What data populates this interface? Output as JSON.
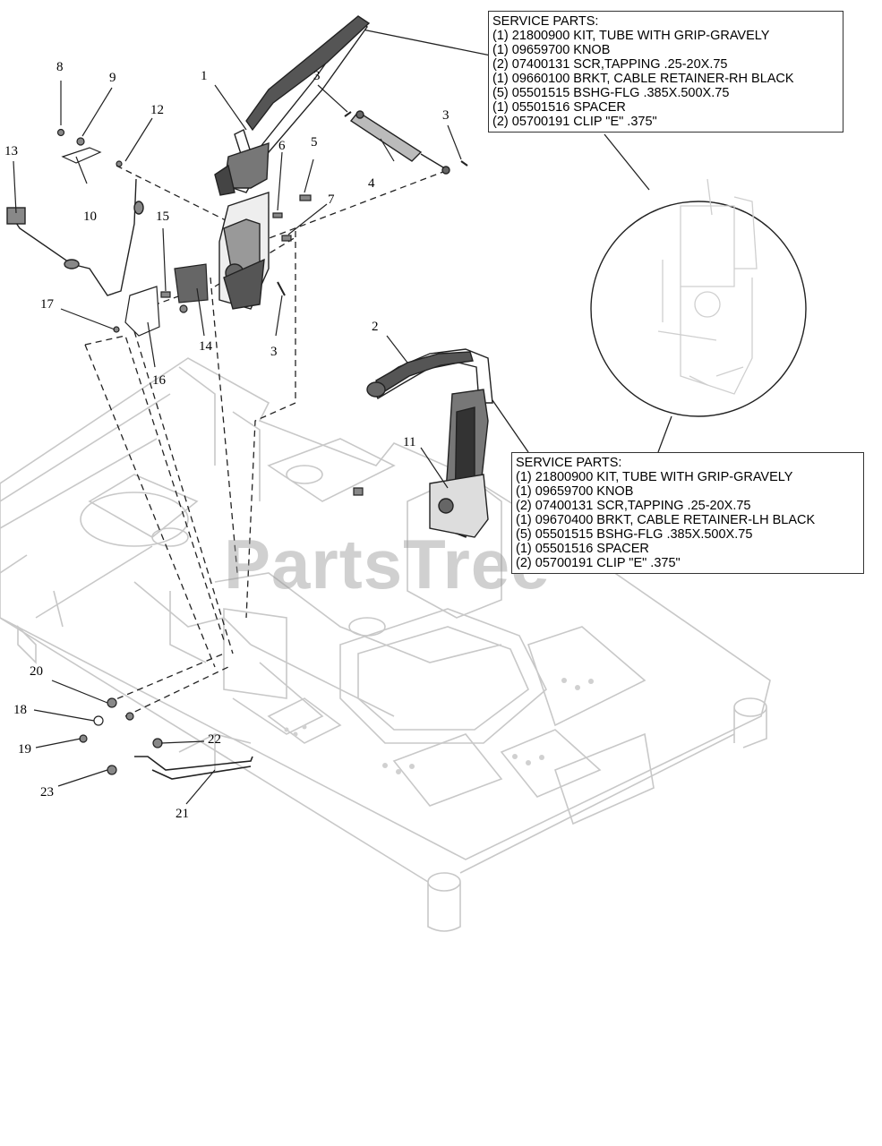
{
  "watermark": "PartsTree",
  "callouts": [
    {
      "id": "c1",
      "text": "1"
    },
    {
      "id": "c2",
      "text": "2"
    },
    {
      "id": "c3a",
      "text": "3"
    },
    {
      "id": "c3b",
      "text": "3"
    },
    {
      "id": "c3c",
      "text": "3"
    },
    {
      "id": "c4",
      "text": "4"
    },
    {
      "id": "c5",
      "text": "5"
    },
    {
      "id": "c6",
      "text": "6"
    },
    {
      "id": "c7",
      "text": "7"
    },
    {
      "id": "c8",
      "text": "8"
    },
    {
      "id": "c9",
      "text": "9"
    },
    {
      "id": "c10",
      "text": "10"
    },
    {
      "id": "c11",
      "text": "11"
    },
    {
      "id": "c12",
      "text": "12"
    },
    {
      "id": "c13",
      "text": "13"
    },
    {
      "id": "c14",
      "text": "14"
    },
    {
      "id": "c15",
      "text": "15"
    },
    {
      "id": "c16",
      "text": "16"
    },
    {
      "id": "c17",
      "text": "17"
    },
    {
      "id": "c18",
      "text": "18"
    },
    {
      "id": "c19",
      "text": "19"
    },
    {
      "id": "c20",
      "text": "20"
    },
    {
      "id": "c21",
      "text": "21"
    },
    {
      "id": "c22",
      "text": "22"
    },
    {
      "id": "c23",
      "text": "23"
    }
  ],
  "service_box_rh": {
    "heading": "SERVICE PARTS:",
    "lines": [
      "(1) 21800900 KIT, TUBE WITH GRIP-GRAVELY",
      "(1) 09659700 KNOB",
      "(2) 07400131 SCR,TAPPING .25-20X.75",
      "(1) 09660100 BRKT, CABLE RETAINER-RH BLACK",
      "(5) 05501515 BSHG-FLG .385X.500X.75",
      "(1) 05501516 SPACER",
      "(2) 05700191 CLIP \"E\" .375\""
    ]
  },
  "service_box_lh": {
    "heading": "SERVICE PARTS:",
    "lines": [
      "(1) 21800900 KIT, TUBE WITH GRIP-GRAVELY",
      "(1) 09659700 KNOB",
      "(2) 07400131 SCR,TAPPING .25-20X.75",
      "(1) 09670400 BRKT, CABLE RETAINER-LH BLACK",
      "(5) 05501515 BSHG-FLG .385X.500X.75",
      "(1) 05501516 SPACER",
      "(2) 05700191 CLIP \"E\" .375\""
    ]
  }
}
